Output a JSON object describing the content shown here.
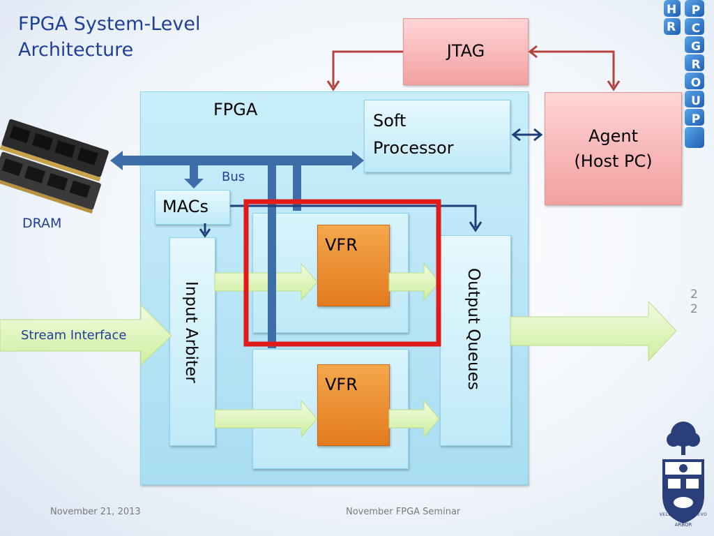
{
  "slide": {
    "title_line1": "FPGA System-Level",
    "title_line2": "Architecture",
    "page_numbers": [
      "2",
      "2"
    ],
    "footer_date": "November 21, 2013",
    "footer_event": "November FPGA Seminar"
  },
  "diagram": {
    "fpga_label": "FPGA",
    "jtag_label": "JTAG",
    "agent_line1": "Agent",
    "agent_line2": "(Host PC)",
    "soft_processor_line1": "Soft",
    "soft_processor_line2": "Processor",
    "bus_label": "Bus",
    "macs_label": "MACs",
    "dram_label": "DRAM",
    "input_arbiter_label": "Input Arbiter",
    "output_queues_label": "Output Queues",
    "vfr_top_label": "VFR",
    "vfr_bottom_label": "VFR",
    "stream_interface_label": "Stream Interface"
  },
  "logo": {
    "letters_left": [
      "H",
      "R"
    ],
    "letters_right": [
      "P",
      "C",
      "G",
      "R",
      "O",
      "U",
      "P"
    ],
    "crest_banner": "VELUT ARBOR AEVO",
    "crest_bottom": "ARBOR"
  },
  "colors": {
    "title_blue": "#1f3f9a",
    "bus_blue": "#3d6ea8",
    "arrow_dark_blue": "#1f3d7a",
    "jtag_arrow_red": "#b5423f",
    "highlight_red": "#e11a1a",
    "fpga_fill": "#b9e6f7",
    "stream_arrow_green": "#d9f5b0"
  }
}
